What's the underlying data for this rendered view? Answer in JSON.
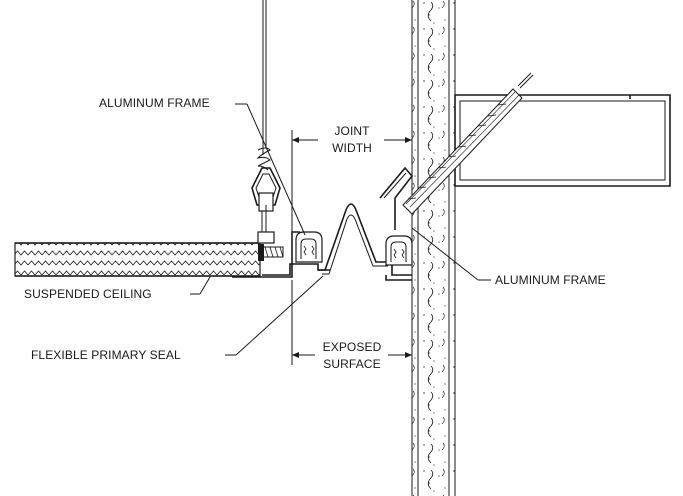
{
  "labels": {
    "aluminum_frame_top": "ALUMINUM FRAME",
    "joint_width_line1": "JOINT",
    "joint_width_line2": "WIDTH",
    "aluminum_frame_right": "ALUMINUM FRAME",
    "suspended_ceiling": "SUSPENDED CEILING",
    "flexible_primary_seal": "FLEXIBLE PRIMARY SEAL",
    "exposed_surface_line1": "EXPOSED",
    "exposed_surface_line2": "SURFACE"
  },
  "colors": {
    "ink": "#1a1a1a",
    "background": "#ffffff"
  }
}
